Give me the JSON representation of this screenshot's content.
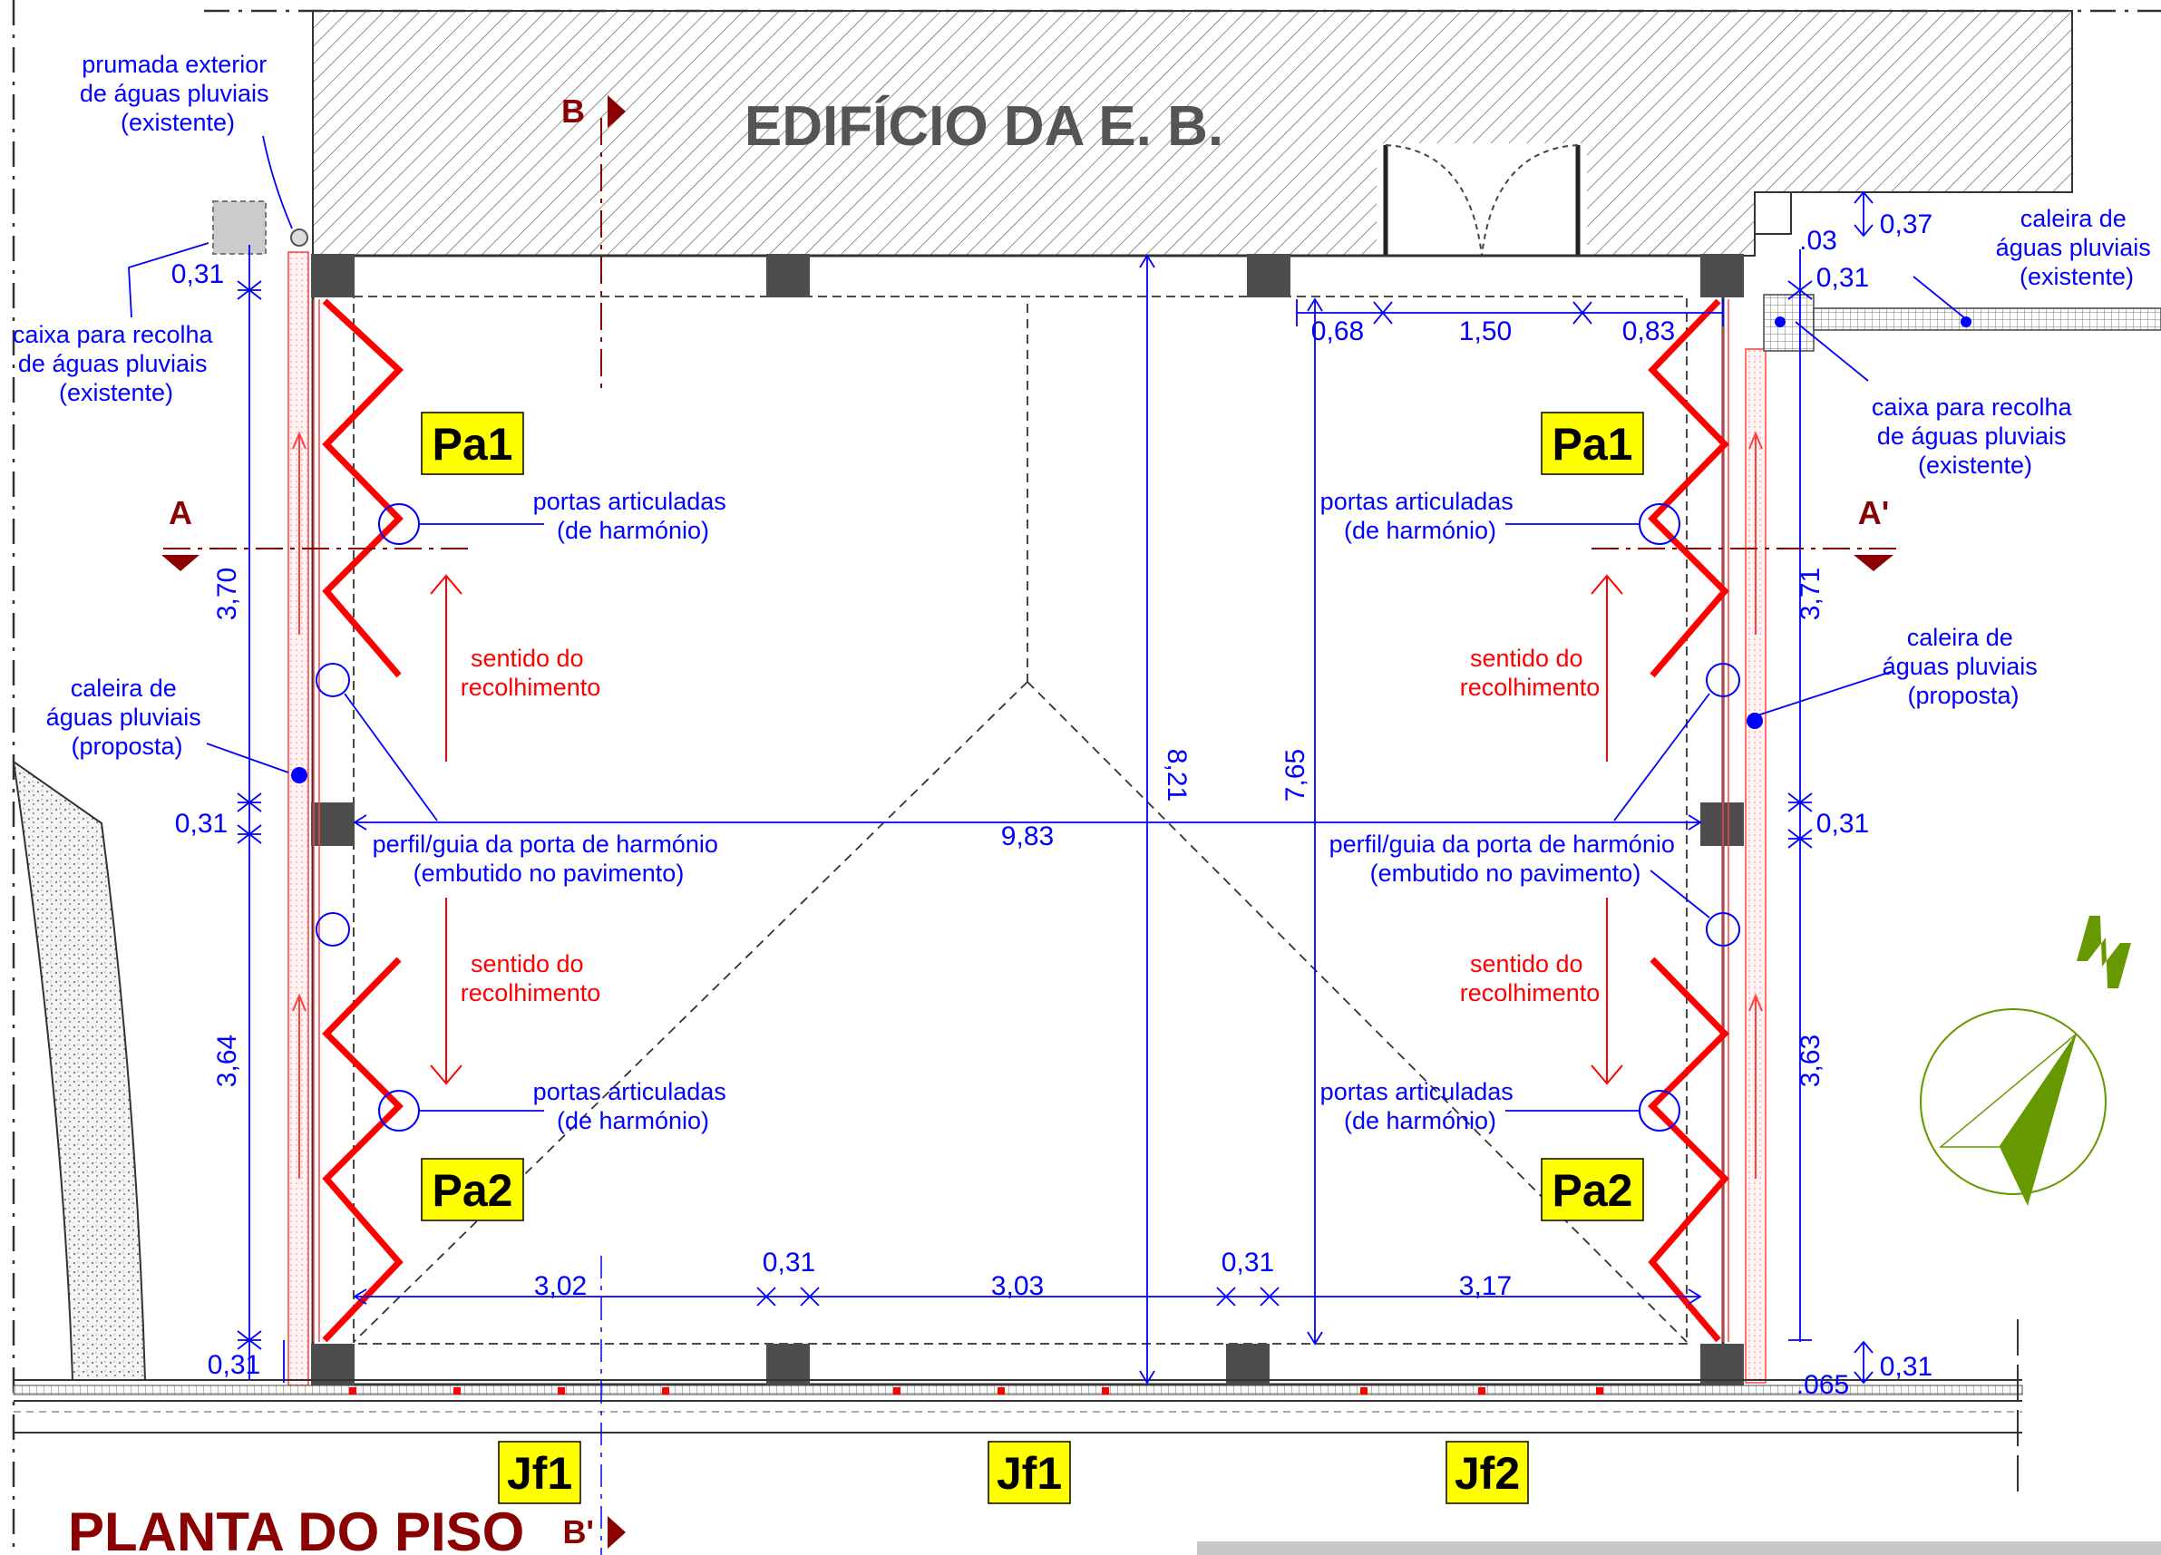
{
  "building_title": "EDIFÍCIO DA E. B.",
  "plan_title": "PLANTA DO PISO",
  "sections": {
    "a": "A",
    "a_prime": "A'",
    "b": "B",
    "b_prime": "B'"
  },
  "tags": {
    "pa1_left": "Pa1",
    "pa1_right": "Pa1",
    "pa2_left": "Pa2",
    "pa2_right": "Pa2",
    "jf1_left": "Jf1",
    "jf1_mid": "Jf1",
    "jf2": "Jf2"
  },
  "annotations": {
    "downpipe": [
      "prumada exterior",
      "de águas pluviais",
      "(existente)"
    ],
    "box_left": [
      "caixa para recolha",
      "de águas pluviais",
      "(existente)"
    ],
    "box_right": [
      "caixa para recolha",
      "de águas pluviais",
      "(existente)"
    ],
    "gutter_existing": [
      "caleira de",
      "águas pluviais",
      "(existente)"
    ],
    "gutter_left": [
      "caleira de",
      "águas pluviais",
      "(proposta)"
    ],
    "gutter_right": [
      "caleira de",
      "águas pluviais",
      "(proposta)"
    ],
    "doors": [
      "portas articuladas",
      "(de harmónio)"
    ],
    "guide": [
      "perfil/guia da porta de harmónio",
      "(embutido no pavimento)"
    ],
    "direction": [
      "sentido do",
      "recolhimento"
    ]
  },
  "dimensions": {
    "d031_tl": "0,31",
    "d370": "3,70",
    "d031_ml": "0,31",
    "d364": "3,64",
    "d031_bl": "0,31",
    "d003": ".03",
    "d037": "0,37",
    "d031_tr": "0,31",
    "d068": "0,68",
    "d150": "1,50",
    "d083": "0,83",
    "d371": "3,71",
    "d031_mr": "0,31",
    "d363": "3,63",
    "d031_br": "0,31",
    "d0065": ".065",
    "d821": "8,21",
    "d765": "7,65",
    "d983": "9,83",
    "d302": "3,02",
    "d031_b1": "0,31",
    "d303": "3,03",
    "d031_b2": "0,31",
    "d317": "3,17"
  },
  "colors": {
    "dimension": "#0000ff",
    "door": "#ff0000",
    "section": "#8b0000",
    "tag_fill": "#ffff00",
    "north": "#669900",
    "column": "#4d4d4d"
  },
  "icons": [
    "north-arrow-icon",
    "compass-rose-icon",
    "section-marker-icon"
  ]
}
